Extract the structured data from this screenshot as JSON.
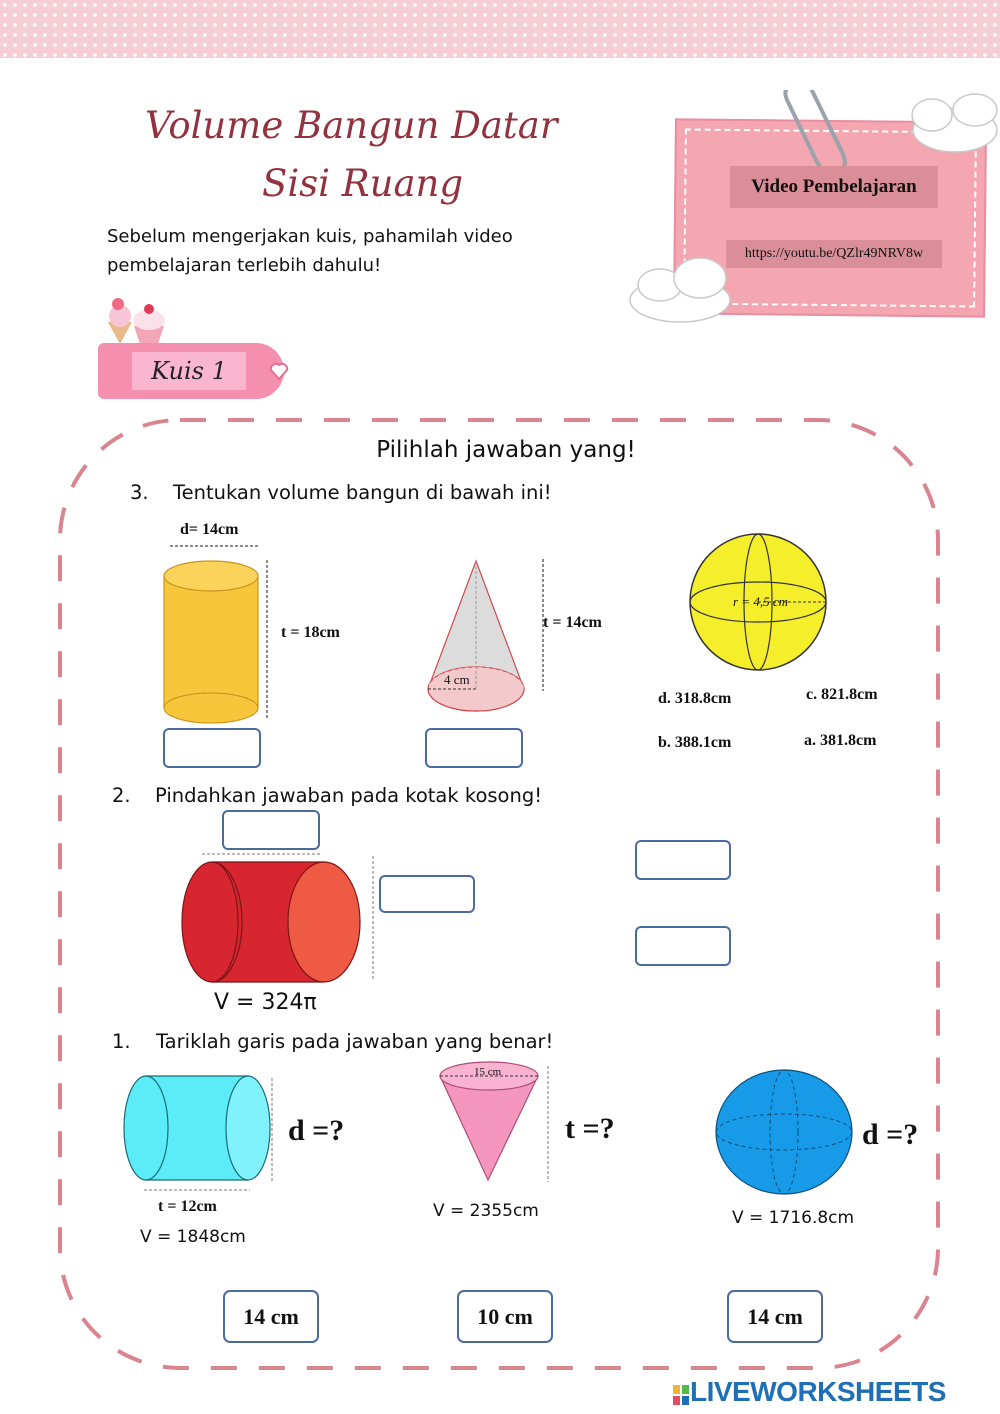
{
  "header": {
    "title_line1": "Volume Bangun Datar",
    "title_line2": "Sisi Ruang",
    "intro": "Sebelum mengerjakan kuis,  pahamilah video pembelajaran terlebih dahulu!"
  },
  "video_card": {
    "title": "Video Pembelajaran",
    "link": "https://youtu.be/QZlr49NRV8w"
  },
  "quiz_label": "Kuis 1",
  "instruction": "Pilihlah jawaban yang!",
  "question3": {
    "number": "3.",
    "text": "Tentukan volume bangun di bawah ini!",
    "cylinder": {
      "diameter": "d= 14cm",
      "height": "t = 18cm"
    },
    "cone": {
      "height": "t = 14cm",
      "radius": "4 cm"
    },
    "sphere": {
      "radius": "r = 4,5 cm"
    },
    "options": {
      "d": "d. 318.8cm",
      "c": "c. 821.8cm",
      "b": "b. 388.1cm",
      "a": "a. 381.8cm"
    }
  },
  "question2": {
    "number": "2.",
    "text": "Pindahkan jawaban pada kotak kosong!",
    "volume": "V = 324π"
  },
  "question1": {
    "number": "1.",
    "text": "Tariklah garis pada jawaban yang benar!",
    "cylinder": {
      "height": "t = 12cm",
      "ask": "d =?",
      "volume": "V = 1848cm"
    },
    "cone": {
      "top": "15 cm",
      "ask": "t =?",
      "volume": "V = 2355cm"
    },
    "sphere": {
      "ask": "d =?",
      "volume": "V = 1716.8cm"
    },
    "choices": [
      "14 cm",
      "10 cm",
      "14 cm"
    ]
  },
  "footer": "LIVEWORKSHEETS",
  "colors": {
    "title": "#93323f",
    "pink_card": "#f4a6b1",
    "frame_dash": "#d9848f",
    "box_border": "#4a6aa0"
  }
}
